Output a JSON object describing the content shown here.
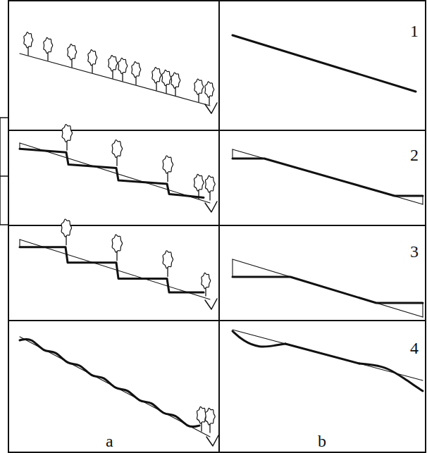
{
  "diagram": {
    "labels": [
      "1",
      "2",
      "3",
      "4",
      "a",
      "b"
    ]
  }
}
